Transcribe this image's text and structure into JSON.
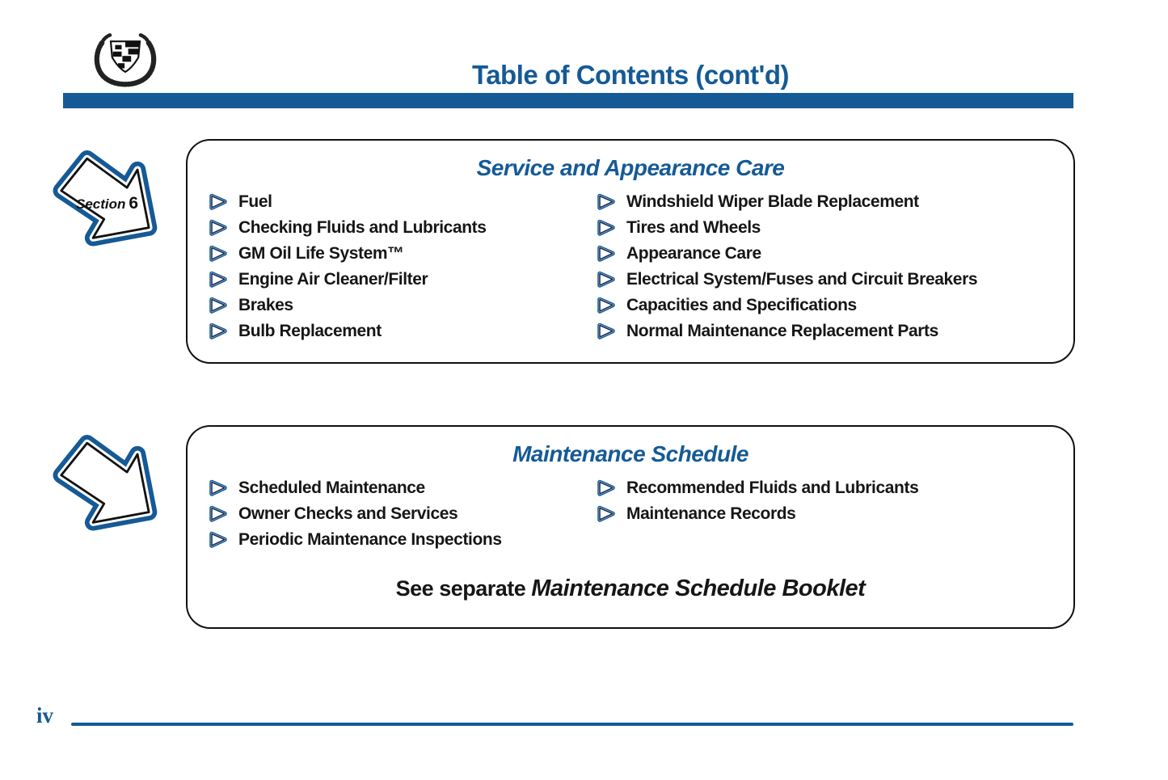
{
  "colors": {
    "accent_blue": "#155a96",
    "text_black": "#161616"
  },
  "header": {
    "logo_icon": "cadillac-wreath-crest-logo",
    "title": "Table of Contents (cont'd)"
  },
  "bullet_icon": "triangle-right-bullet-icon",
  "pointer_icon": "section-pointer-arrow-icon",
  "sections": [
    {
      "title": "Service and Appearance Care",
      "pointer_label_word": "Section",
      "pointer_label_number": "6",
      "items_left": [
        "Fuel",
        "Checking Fluids and Lubricants",
        "GM Oil Life System™",
        "Engine Air Cleaner/Filter",
        "Brakes",
        "Bulb Replacement"
      ],
      "items_right": [
        "Windshield Wiper Blade Replacement",
        "Tires and Wheels",
        "Appearance Care",
        "Electrical System/Fuses and Circuit Breakers",
        "Capacities and Specifications",
        "Normal Maintenance Replacement Parts"
      ]
    },
    {
      "title": "Maintenance Schedule",
      "items_left": [
        "Scheduled Maintenance",
        "Owner Checks and Services",
        "Periodic Maintenance Inspections"
      ],
      "items_right": [
        "Recommended Fluids and Lubricants",
        "Maintenance Records"
      ],
      "note_prefix": "See separate ",
      "note_italic": "Maintenance Schedule Booklet"
    }
  ],
  "footer": {
    "page_number": "iv"
  }
}
